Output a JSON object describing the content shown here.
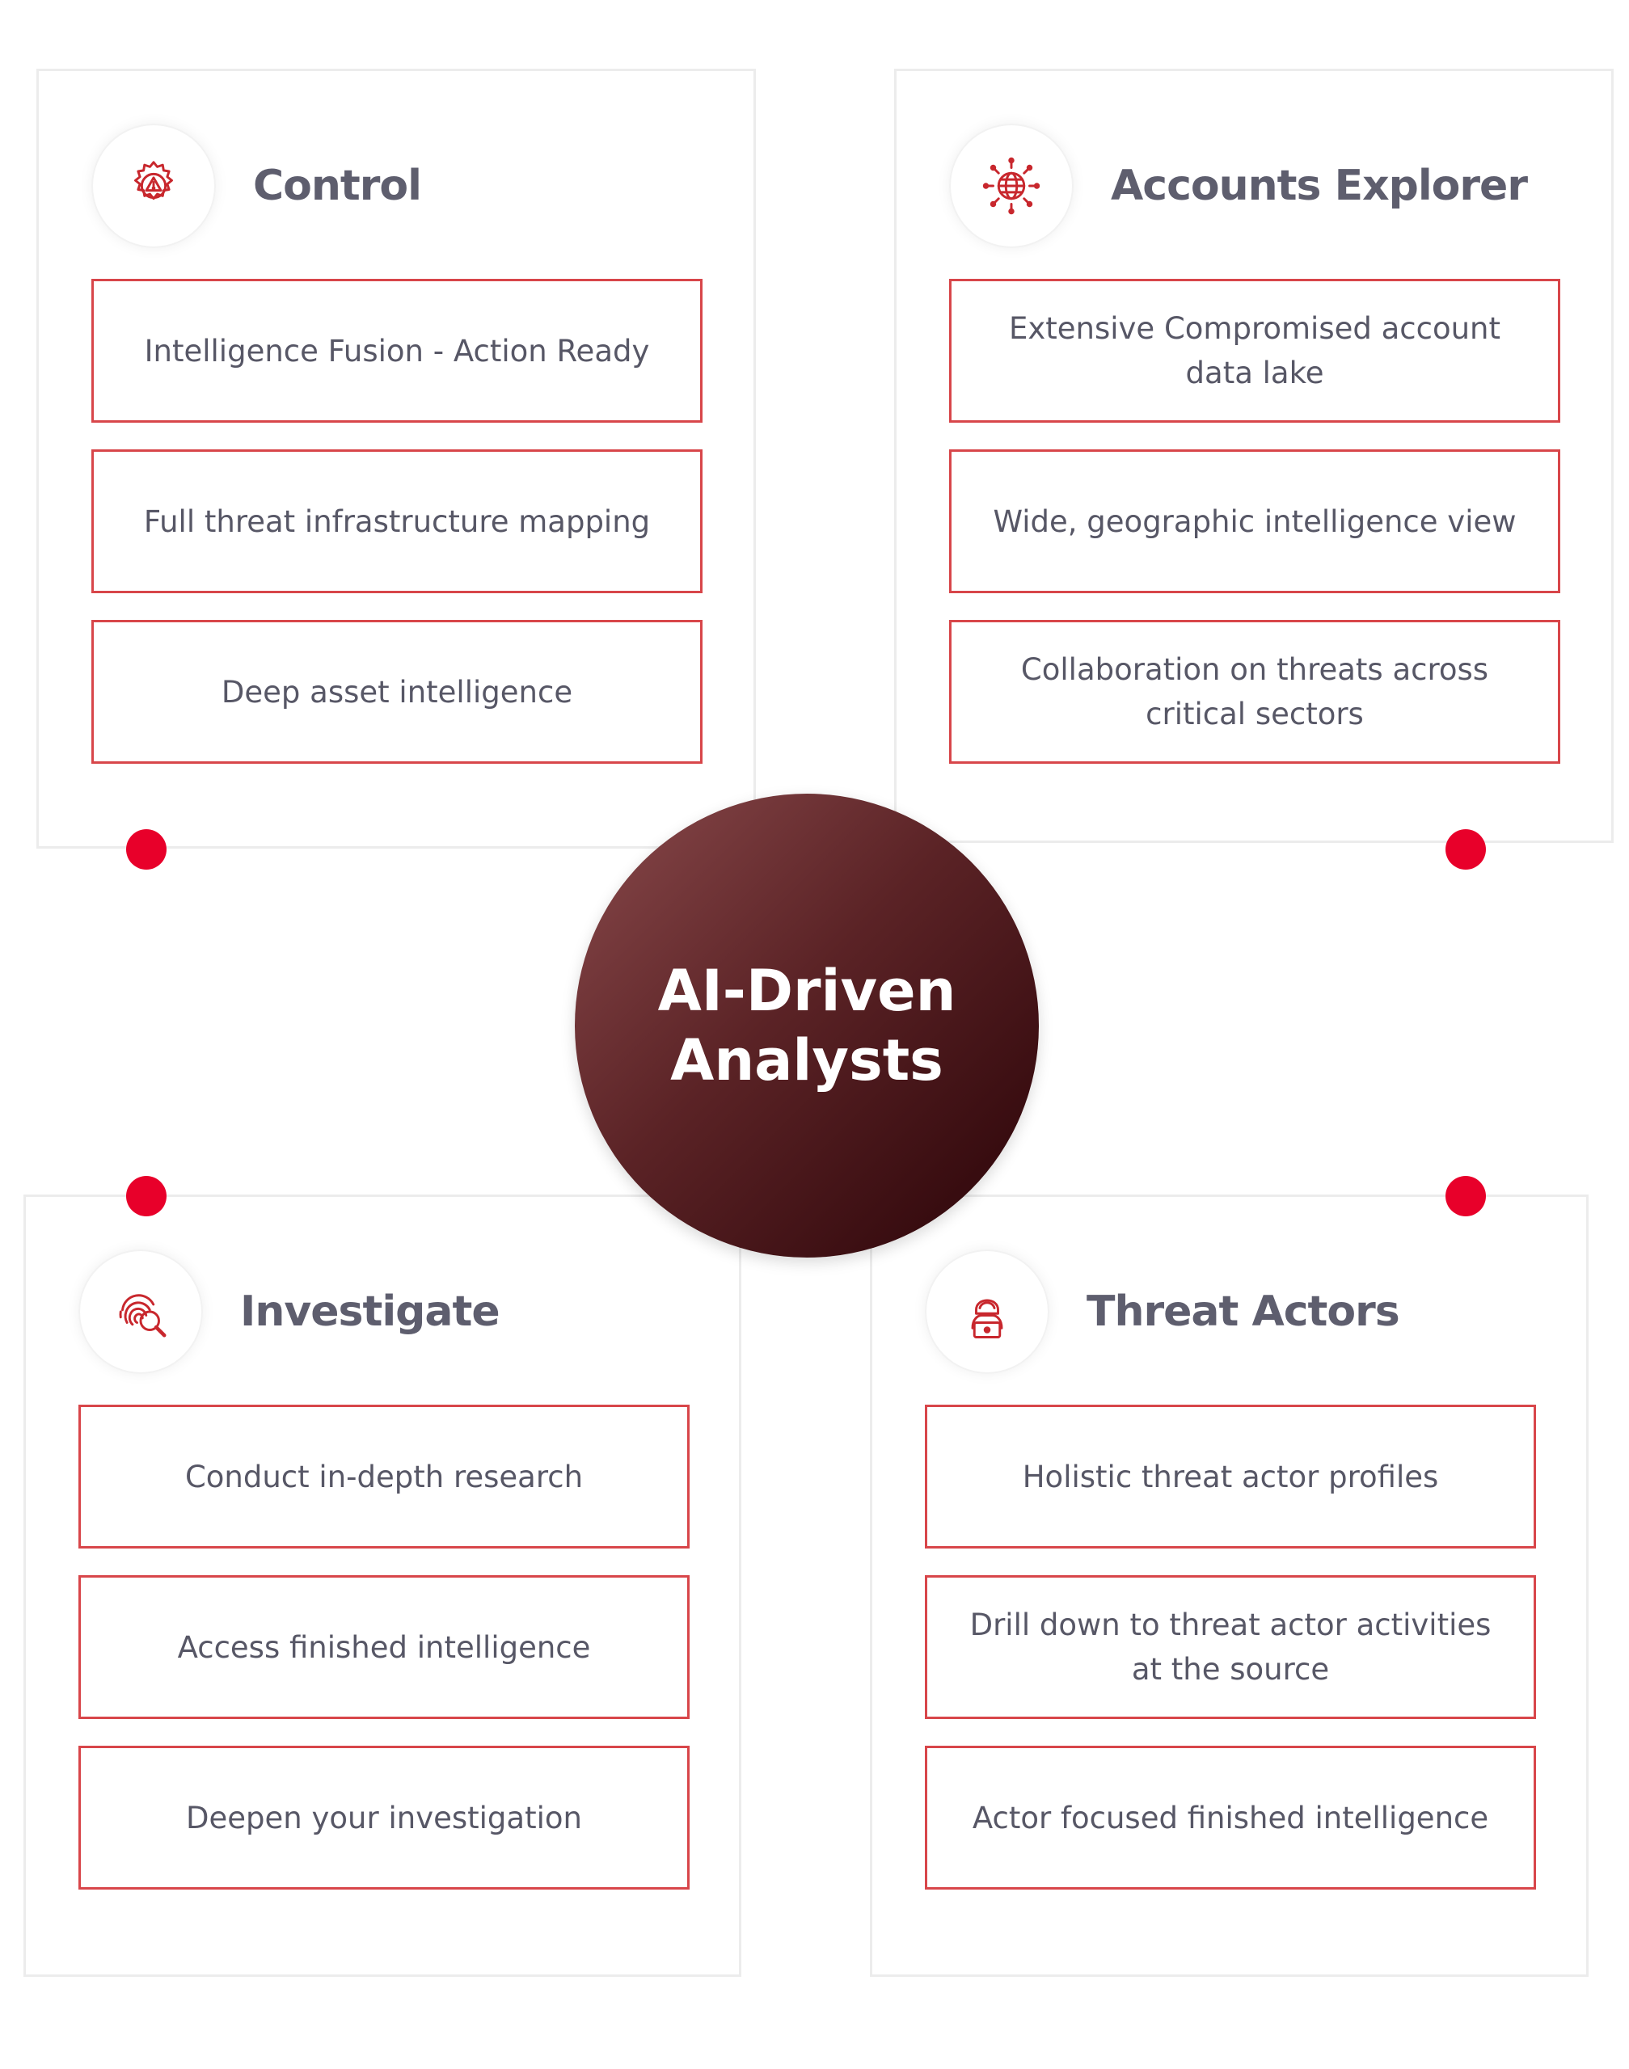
{
  "center": {
    "label": "AI-Driven Analysts"
  },
  "colors": {
    "accent": "#d8464a",
    "dot": "#e8002a",
    "title": "#5e5e6e",
    "text": "#575766",
    "panel_border": "#ececec"
  },
  "panels": [
    {
      "title": "Control",
      "icon": "gear-alert-icon",
      "items": [
        "Intelligence Fusion - Action Ready",
        "Full threat infrastructure mapping",
        "Deep asset intelligence"
      ]
    },
    {
      "title": "Accounts Explorer",
      "icon": "globe-network-icon",
      "items": [
        "Extensive Compromised account data lake",
        "Wide, geographic intelligence view",
        "Collaboration on threats across critical sectors"
      ]
    },
    {
      "title": "Investigate",
      "icon": "fingerprint-search-icon",
      "items": [
        "Conduct in-depth research",
        "Access finished intelligence",
        "Deepen your investigation"
      ]
    },
    {
      "title": "Threat Actors",
      "icon": "hacker-icon",
      "items": [
        "Holistic threat actor profiles",
        "Drill down to threat actor activities at the source",
        "Actor focused finished intelligence"
      ]
    }
  ]
}
